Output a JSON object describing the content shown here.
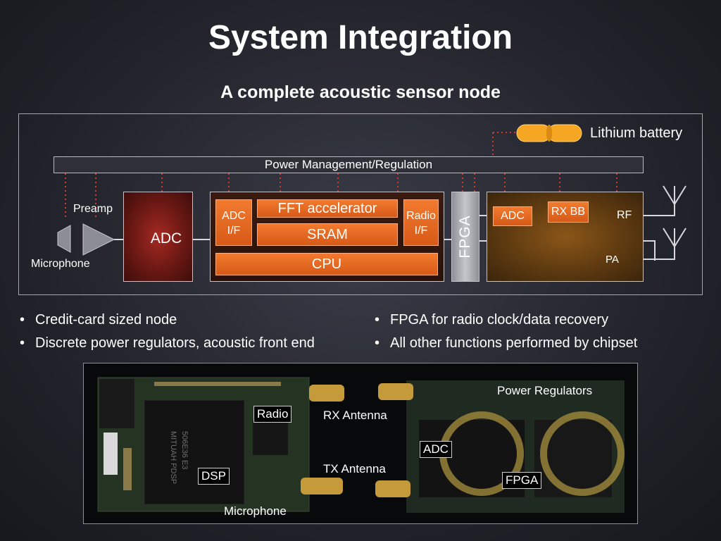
{
  "title": "System Integration",
  "subtitle": "A complete acoustic sensor node",
  "diagram": {
    "battery_label": "Lithium battery",
    "power_bar": "Power Management/Regulation",
    "preamp_label": "Preamp",
    "microphone_label": "Microphone",
    "front_adc": "ADC",
    "adc_if": "ADC\nI/F",
    "fft": "FFT accelerator",
    "sram": "SRAM",
    "cpu": "CPU",
    "radio_if": "Radio\nI/F",
    "fpga": "FPGA",
    "rx_adc": "ADC",
    "rx_bb": "RX BB",
    "rf": "RF",
    "pa": "PA",
    "colors": {
      "orange": "#f27a2e",
      "front_red": "#a52a22",
      "radio_gold": "#8a5618",
      "red_dots": "#d9362b"
    }
  },
  "bullets_left": [
    "Credit-card sized node",
    "Discrete power regulators, acoustic front end"
  ],
  "bullets_right": [
    "FPGA for radio clock/data recovery",
    "All other functions performed by chipset"
  ],
  "photo": {
    "radio": "Radio",
    "dsp": "DSP",
    "rx_antenna": "RX Antenna",
    "tx_antenna": "TX Antenna",
    "microphone": "Microphone",
    "power_regulators": "Power Regulators",
    "adc": "ADC",
    "fpga": "FPGA",
    "chip_marking": "506E36 E3\nMITUAH PDSP"
  }
}
